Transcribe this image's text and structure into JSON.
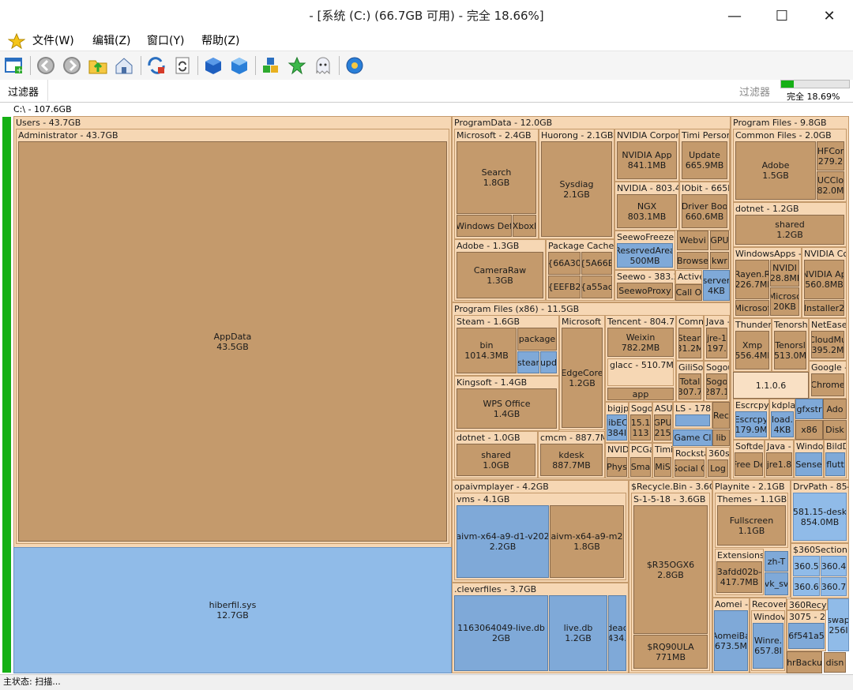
{
  "window": {
    "title": "- [系统 (C:) (66.7GB 可用) - 完全 18.66%]",
    "minimize": "—",
    "maximize": "☐",
    "close": "✕"
  },
  "menu": {
    "file": "文件(W)",
    "edit": "编辑(Z)",
    "window": "窗口(Y)",
    "help": "帮助(Z)"
  },
  "mdi": {
    "minimize": "–",
    "restore": "❐",
    "close": "✕"
  },
  "filter": {
    "label": "过滤器",
    "label2": "过滤器",
    "status": "完全 18.69%",
    "progress": 0.1869
  },
  "tree": {
    "path": "C:\\ - 107.6GB"
  },
  "status": {
    "text": "主状态: 扫描..."
  },
  "treemap": {
    "users_h": "Users - 43.7GB",
    "admin_h": "Administrator - 43.7GB",
    "appdata": {
      "name": "AppData",
      "size": "43.5GB"
    },
    "hiberfil": {
      "name": "hiberfil.sys",
      "size": "12.7GB"
    },
    "programdata_h": "ProgramData - 12.0GB",
    "ms_h": "Microsoft - 2.4GB",
    "search": {
      "name": "Search",
      "size": "1.8GB"
    },
    "windef": "Windows Def",
    "xbox": "Xboxl",
    "huorong_h": "Huorong - 2.1GB",
    "sysdiag": {
      "name": "Sysdiag",
      "size": "2.1GB"
    },
    "nvcorp_h": "NVIDIA Corpora",
    "nvapp": {
      "name": "NVIDIA App",
      "size": "841.1MB"
    },
    "nv803_h": "NVIDIA - 803.4",
    "ngx": {
      "name": "NGX",
      "size": "803.1MB"
    },
    "timi_h": "Timi Personal",
    "update": {
      "name": "Update",
      "size": "665.9MB"
    },
    "iobit_h": "IObit - 665M",
    "driverboo": {
      "name": "Driver Boo",
      "size": "660.6MB"
    },
    "seewofk": "SeewoFreezeK",
    "reserved": {
      "name": "ReservedArea",
      "size": "500MB"
    },
    "webvi": "Webvi",
    "gpu1": "GPU",
    "browse": "Browse",
    "kwr": "kwr",
    "seewo_h": "Seewo - 383.2",
    "seewoproxy": "SeewoProxy",
    "active": "Active",
    "callo": "Call O",
    "server": {
      "name": "server",
      "size": "4KB"
    },
    "adobe_h": "Adobe - 1.3GB",
    "cameraraw": {
      "name": "CameraRaw",
      "size": "1.3GB"
    },
    "pkgcache_h": "Package Cache",
    "p66a": "{66A30",
    "p5a6": "{5A66E",
    "peef": "{EEFB2",
    "pa55": "{a55ac",
    "pfx86_h": "Program Files (x86) - 11.5GB",
    "steam_h": "Steam - 1.6GB",
    "bin": {
      "name": "bin",
      "size": "1014.3MB"
    },
    "package": "package",
    "stear": "stear",
    "upd": "upd",
    "msx_h": "Microsoft -",
    "edgecore": {
      "name": "EdgeCore",
      "size": "1.2GB"
    },
    "tencent_h": "Tencent - 804.7",
    "weixin": {
      "name": "Weixin",
      "size": "782.2MB"
    },
    "glacc": "glacc - 510.7MB",
    "app": "app",
    "comm_h": "Comm",
    "steam2": {
      "name": "Stean",
      "size": "31.2M"
    },
    "java_h": "Java -",
    "jre1": {
      "name": "jre-1",
      "size": "197."
    },
    "gilisoft": "GiliSoft",
    "total": {
      "name": "Total",
      "size": "307.7"
    },
    "sogou_h": "Sogou",
    "sogou": {
      "name": "Sogo",
      "size": "287.1"
    },
    "kingsoft_h": "Kingsoft - 1.4GB",
    "wps": {
      "name": "WPS Office",
      "size": "1.4GB"
    },
    "bigjp": "bigjp",
    "libec": {
      "name": "libEC",
      "size": "384I"
    },
    "sogo2": "Sogo",
    "s151": {
      "name": "15.1",
      "size": "113"
    },
    "asus": "ASUS",
    "gpu2": {
      "name": "GPU",
      "size": "215"
    },
    "ls_h": "LS - 178.",
    "rec": "Rec",
    "gamec": "Game Cl",
    "lib": "lib",
    "dotnetx_h": "dotnet - 1.0GB",
    "sharedx": {
      "name": "shared",
      "size": "1.0GB"
    },
    "cmcm_h": "cmcm - 887.7M",
    "kdesk": {
      "name": "kdesk",
      "size": "887.7MB"
    },
    "nvidx": "NVID",
    "pcga": "PCGa",
    "timi2": "Timi",
    "rockstar": "Rockstar",
    "s360": "360so",
    "phys": "Phys",
    "sma": "Sma",
    "mis": "MiS",
    "social": "Social C",
    "log": "Log",
    "pfiles_h": "Program Files - 9.8GB",
    "common_h": "Common Files - 2.0GB",
    "adobe2": {
      "name": "Adobe",
      "size": "1.5GB"
    },
    "hfcor": {
      "name": "HFCor",
      "size": "279.2"
    },
    "uccl": {
      "name": "UCClo",
      "size": "82.0M"
    },
    "dotnet2_h": "dotnet - 1.2GB",
    "shared2": {
      "name": "shared",
      "size": "1.2GB"
    },
    "winapps_h": "WindowsApps -",
    "rayen": {
      "name": "Rayen.R",
      "size": "226.7MI"
    },
    "nvidi3": {
      "name": "NVIDI",
      "size": "28.8MI"
    },
    "msof": "Microsof",
    "micros": {
      "name": "Microsc",
      "size": "20KB"
    },
    "nvco_h": "NVIDIA Co",
    "nvidia_a": {
      "name": "NVIDIA Ap",
      "size": "560.8MB"
    },
    "installer2": "Installer2",
    "thunder_h": "Thunder",
    "xmp": {
      "name": "Xmp",
      "size": "556.4MI"
    },
    "tenorsh_h": "Tenorsh",
    "tenorsh": {
      "name": "Tenorsl",
      "size": "513.0M"
    },
    "netease_h": "NetEase",
    "cloudm": {
      "name": "CloudMu",
      "size": "395.2M"
    },
    "google": "Google -",
    "chrome": "Chrome",
    "v1106": "1.1.0.6",
    "escrcpy_h": "Escrcpy",
    "escrcpy": {
      "name": "Escrcpy",
      "size": "179.9M"
    },
    "kdplay_h": "kdplay",
    "load": {
      "name": "load.",
      "size": "4KB"
    },
    "gfxstr": "gfxstr",
    "ado2": "Ado",
    "x86": "x86",
    "disk": "Disk",
    "softdel": "Softdel",
    "java2": "Java -",
    "window2": "Window",
    "bild": "BildD",
    "freede": "Free De",
    "jre18": "jre1.8",
    "sense": "Sense",
    "flutt": "flutt",
    "opai_h": "opaivmplayer - 4.2GB",
    "vms_h": "vms - 4.1GB",
    "aivm1": {
      "name": "aivm-x64-a9-d1-v202",
      "size": "2.2GB"
    },
    "aivm2": {
      "name": "aivm-x64-a9-m2",
      "size": "1.8GB"
    },
    "clever_h": ".cleverfiles - 3.7GB",
    "live1": {
      "name": "1163064049-live.db",
      "size": "2GB"
    },
    "live2": {
      "name": "live.db",
      "size": "1.2GB"
    },
    "deac": {
      "name": "deac",
      "size": "434."
    },
    "recycle_h": "$Recycle.Bin - 3.6G",
    "s1518_h": "S-1-5-18 - 3.6GB",
    "r35": {
      "name": "$R35OGX6",
      "size": "2.8GB"
    },
    "rq90": {
      "name": "$RQ90ULA",
      "size": "771MB"
    },
    "playnite_h": "Playnite - 2.1GB",
    "themes_h": "Themes - 1.1GB",
    "fullscreen": {
      "name": "Fullscreen",
      "size": "1.1GB"
    },
    "extensions_h": "ExtensionsD",
    "ext3a": {
      "name": "3afdd02b-",
      "size": "417.7MB"
    },
    "zht": "zh-T",
    "vksv": "vk_sv",
    "drvpath_h": "DrvPath - 854",
    "desk581": {
      "name": "581.15-desk",
      "size": "854.0MB"
    },
    "s360sec_h": "$360Section",
    "s3605a": "360.5",
    "s3604": "360.4",
    "s3606": "360.6",
    "s3607": "360.7",
    "aomei_h": "Aomei -",
    "aomeib": {
      "name": "AomeiBa",
      "size": "673.5M"
    },
    "recover_h": "Recover",
    "window3": "Windov",
    "winre": {
      "name": "Winre.",
      "size": "657.8I"
    },
    "s3075_h": "3075 - 2",
    "f41a5": "6f541a5",
    "hrback": "hrBacku",
    "s360rec_h": "360Recyc",
    "swap": {
      "name": "swap",
      "size": "256I"
    },
    "disn": "disn"
  }
}
